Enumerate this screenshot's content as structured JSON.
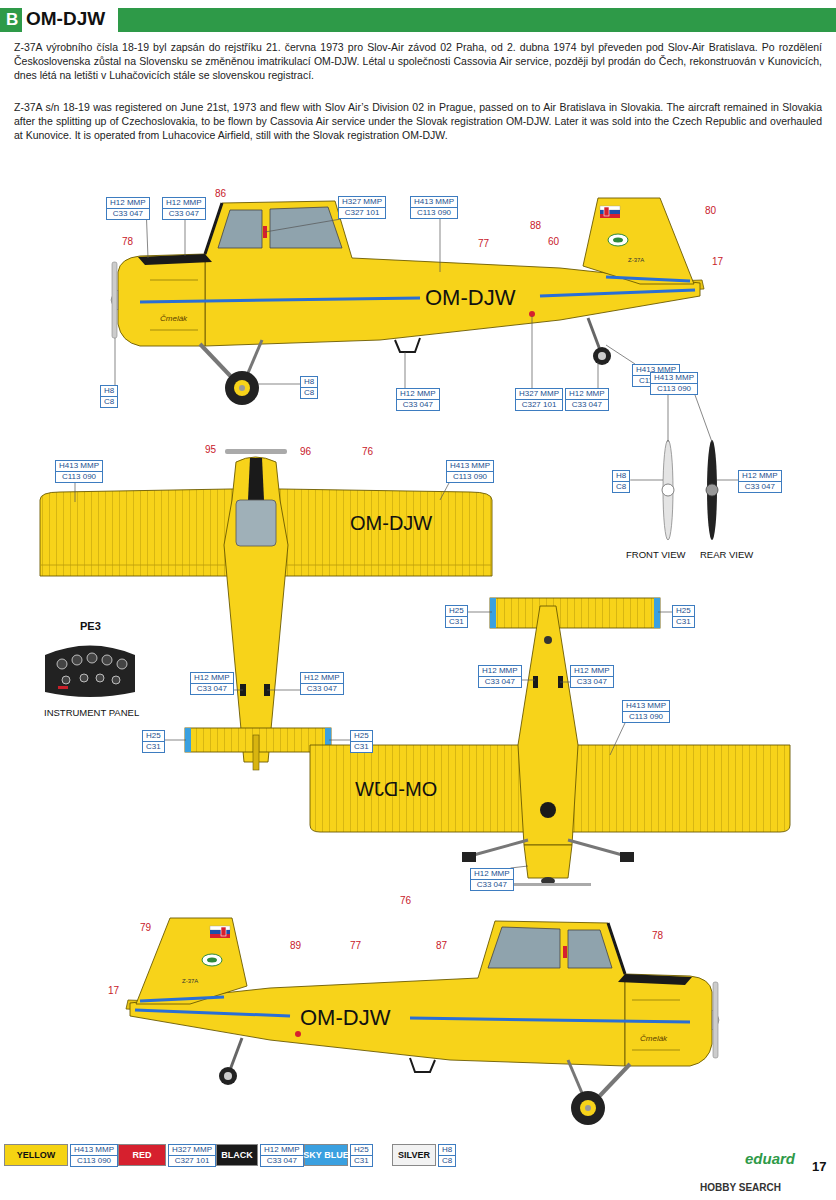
{
  "diagram": {
    "title": "OM-DJW",
    "nodes": [
      {
        "text": [
          "H12 MMP",
          "C33 047"
        ]
      },
      {
        "text": [
          "H12 MMP",
          "C33 047"
        ]
      },
      {
        "text": [
          "H327 MMP",
          "C327 101"
        ]
      },
      {
        "text": [
          "H413 MMP",
          "C113 090"
        ]
      },
      {
        "text": [
          "H8",
          "C8"
        ]
      },
      {
        "text": [
          "H8",
          "C8"
        ]
      },
      {
        "text": [
          "H327 MMP",
          "C327 101"
        ]
      },
      {
        "text": [
          "H12 MMP",
          "C33 047"
        ]
      },
      {
        "text": [
          "H12 MMP",
          "C33 047"
        ]
      },
      {
        "text": [
          "H413 MMP",
          "C113 090"
        ]
      },
      {
        "text": [
          "H413 MMP",
          "C113 090"
        ]
      },
      {
        "text": [
          "H8",
          "C8"
        ]
      },
      {
        "text": [
          "H12 MMP",
          "C33 047"
        ]
      },
      {
        "text": [
          "H413 MMP",
          "C113 090"
        ]
      },
      {
        "text": [
          "H413 MMP",
          "C113 090"
        ]
      },
      {
        "text": [
          "H12 MMP",
          "C33 047"
        ]
      },
      {
        "text": [
          "H12 MMP",
          "C33 047"
        ]
      },
      {
        "text": [
          "H25",
          "C31"
        ]
      },
      {
        "text": [
          "H25",
          "C31"
        ]
      },
      {
        "text": [
          "H25",
          "C31"
        ]
      },
      {
        "text": [
          "H25",
          "C31"
        ]
      },
      {
        "text": [
          "H12 MMP",
          "C33 047"
        ]
      },
      {
        "text": [
          "H12 MMP",
          "C33 047"
        ]
      },
      {
        "text": [
          "H413 MMP",
          "C113 090"
        ]
      },
      {
        "text": [
          "H12 MMP",
          "C33 047"
        ]
      },
      {
        "text": [
          "H413 MMP",
          "C113 090"
        ]
      },
      {
        "text": [
          "H327 MMP",
          "C327 101"
        ]
      },
      {
        "text": [
          "H12 MMP",
          "C33 047"
        ]
      },
      {
        "text": [
          "H25",
          "C31"
        ]
      },
      {
        "text": [
          "H8",
          "C8"
        ]
      }
    ],
    "labels": [
      "B",
      "Z-37A výrobního čísla 18-19 byl zapsán do rejstříku 21. června 1973 pro Slov-Air závod 02 Praha, od 2. dubna 1974 byl převeden pod Slov-Air Bratislava. Po rozdělení Československa zůstal na Slovensku se změněnou imatrikulací OM-DJW. Létal u společnosti Cassovia Air service, později byl prodán do Čech, rekonstruován v Kunovicích, dnes létá na letišti v Luhačovicích stále se slovenskou registrací.",
      "Z-37A s/n 18-19 was registered on June 21st, 1973 and flew with Slov Air’s Division 02 in Prague, passed on to Air Bratislava in Slovakia. The aircraft remained in Slovakia after the splitting up of Czechoslovakia, to be flown by Cassovia Air service under the Slovak registration OM-DJW. Later it was sold into the Czech Republic and overhauled at Kunovice. It is operated from Luhacovice Airfield, still with the Slovak registration OM-DJW.",
      "78",
      "86",
      "77",
      "88",
      "60",
      "80",
      "17",
      "OM-DJW",
      "Čmelák",
      "Z-37A",
      "95",
      "96",
      "76",
      "OM-DJW",
      "PE3",
      "INSTRUMENT PANEL",
      "FRONT VIEW",
      "REAR VIEW",
      "OM-DJW",
      "76",
      "79",
      "89",
      "77",
      "87",
      "78",
      "17",
      "OM-DJW",
      "Čmelák",
      "Z-37A",
      "eduard",
      "17",
      "HOBBY SEARCH"
    ],
    "legend": [
      {
        "text": "YELLOW",
        "color": "#f5d312"
      },
      {
        "text": "RED",
        "color": "#d6202e"
      },
      {
        "text": "BLACK",
        "color": "#1a1a1a"
      },
      {
        "text": "SKY BLUE",
        "color": "#3aa0e0"
      },
      {
        "text": "SILVER",
        "color": "#f2f2f2"
      }
    ]
  }
}
